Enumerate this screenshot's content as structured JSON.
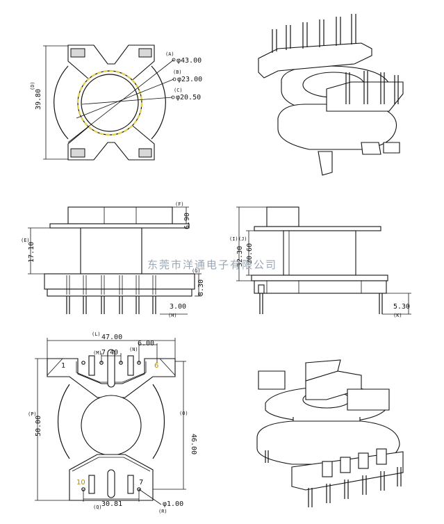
{
  "watermark": "东莞市洋通电子有限公司",
  "dimensions": {
    "A": {
      "tag": "(A)",
      "value": "φ43.00"
    },
    "B": {
      "tag": "(B)",
      "value": "φ23.00"
    },
    "C": {
      "tag": "(C)",
      "value": "φ20.50"
    },
    "D": {
      "tag": "(D)",
      "value": "39.80"
    },
    "E": {
      "tag": "(E)",
      "value": "17.10"
    },
    "F": {
      "tag": "(F)",
      "value": "6.90"
    },
    "G": {
      "tag": "(G)",
      "value": "8.30"
    },
    "H": {
      "tag": "(H)",
      "value": "3.00"
    },
    "I": {
      "tag": "(I)",
      "value": "32.30"
    },
    "J": {
      "tag": "(J)",
      "value": "20.60"
    },
    "K": {
      "tag": "(K)",
      "value": "5.30"
    },
    "L": {
      "tag": "(L)",
      "value": "47.00"
    },
    "M": {
      "tag": "(M)",
      "value": "7.40"
    },
    "N": {
      "tag": "(N)",
      "value": "6.00"
    },
    "O": {
      "tag": "(O)",
      "value": "46.00"
    },
    "P": {
      "tag": "(P)",
      "value": "50.00"
    },
    "Q": {
      "tag": "(Q)",
      "value": "30.81"
    },
    "R": {
      "tag": "(R)",
      "value": "φ1.00"
    }
  },
  "pins": {
    "p1": "1",
    "p6": "6",
    "p10": "10",
    "p7": "7"
  }
}
